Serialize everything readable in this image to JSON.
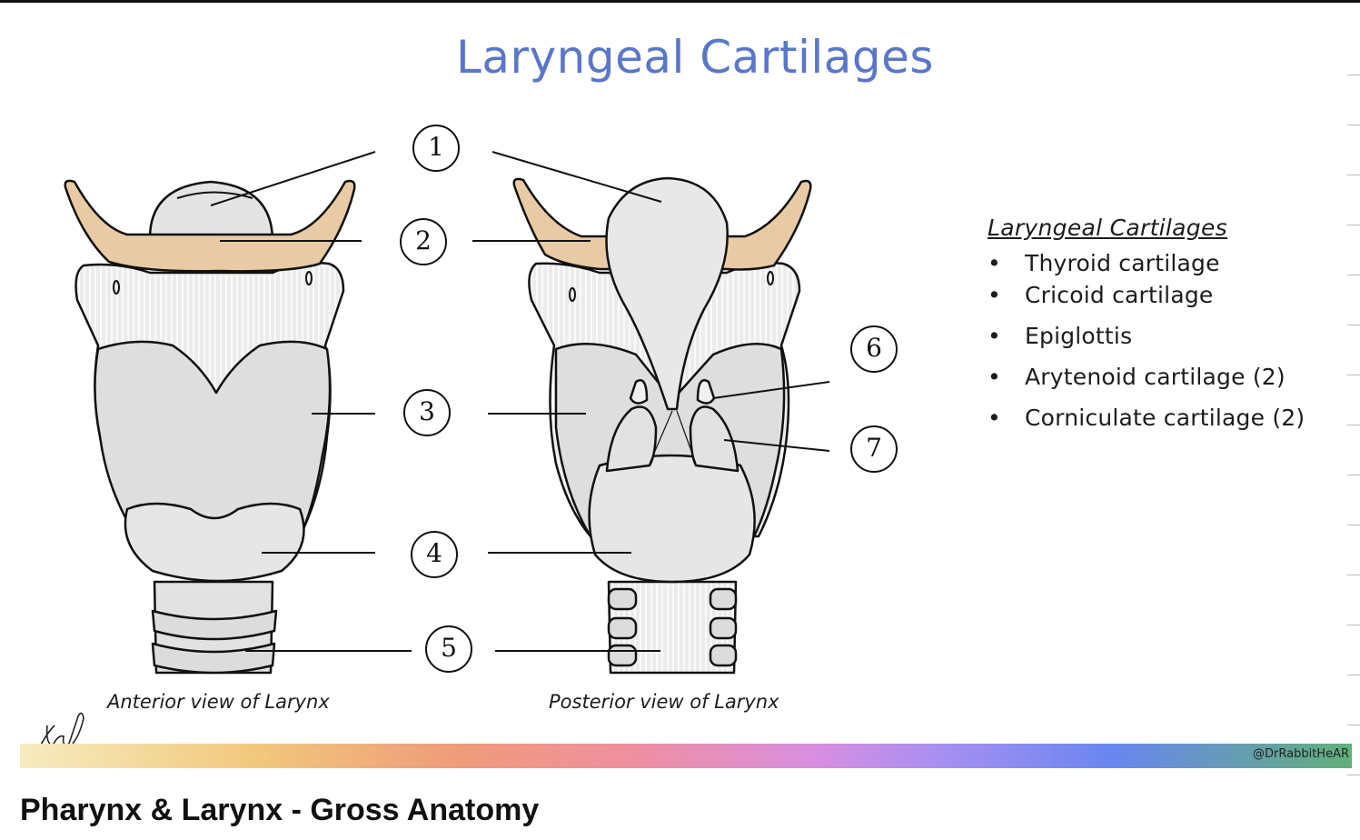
{
  "title": "Laryngeal Cartilages",
  "captions": {
    "anterior": "Anterior view of Larynx",
    "posterior": "Posterior view of Larynx"
  },
  "labels": [
    "1",
    "2",
    "3",
    "4",
    "5",
    "6",
    "7"
  ],
  "legend": {
    "title": "Laryngeal Cartilages",
    "items": [
      "Thyroid cartilage",
      "Cricoid cartilage",
      "Epiglottis",
      "Arytenoid cartilage (2)",
      "Corniculate cartilage (2)"
    ]
  },
  "handle": "@DrRabbitHeAR",
  "footer_title": "Pharynx & Larynx - Gross Anatomy",
  "colors": {
    "title": "#5a76c9",
    "hyoid": "#e8cba4",
    "cartilage": "#e6e6e6",
    "outline": "#111111"
  }
}
